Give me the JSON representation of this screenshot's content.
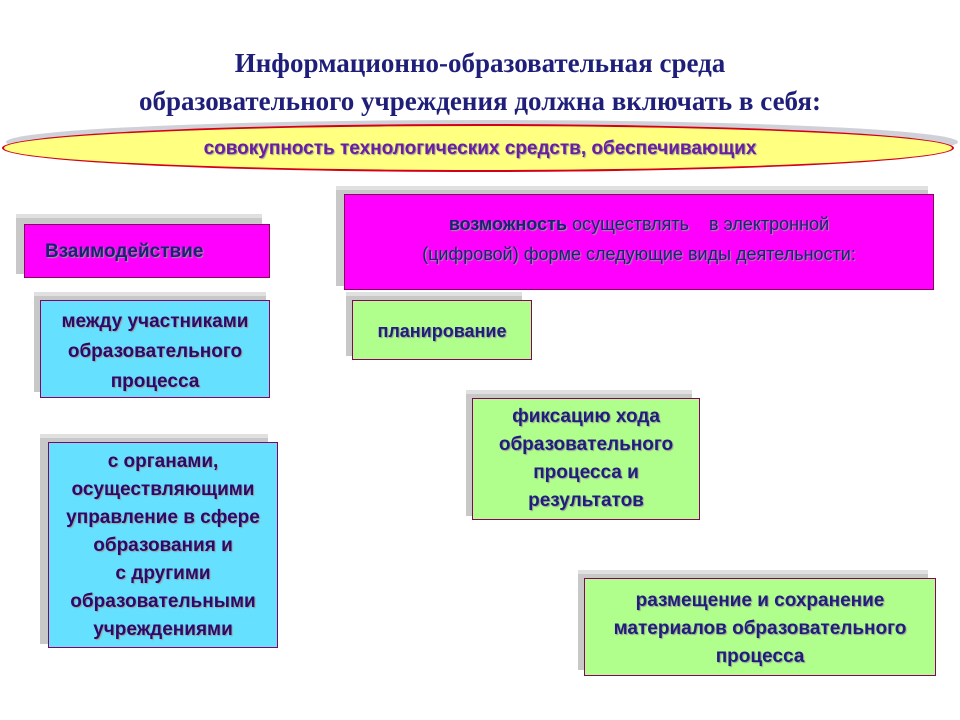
{
  "title": {
    "line1": "Информационно-образовательная среда",
    "line2": "образовательного учреждения должна включать в себя:"
  },
  "banner": {
    "text": "совокупность технологических средств, обеспечивающих"
  },
  "left": {
    "header": "Взаимодействие",
    "box1": [
      "между участниками",
      "образовательного",
      "процесса"
    ],
    "box2": [
      "с органами,",
      "осуществляющими",
      "управление в сфере",
      "образования и",
      "с другими",
      "образовательными",
      "учреждениями"
    ]
  },
  "right": {
    "header": {
      "bold": "возможность",
      "rest1": "осуществлять    в электронной",
      "line2": "(цифровой) форме следующие виды деятельности:"
    },
    "planning": "планирование",
    "fixation": [
      "фиксацию хода",
      "образовательного",
      "процесса и",
      "результатов"
    ],
    "storage": [
      "размещение и сохранение",
      "материалов образовательного",
      "процесса"
    ]
  },
  "colors": {
    "magenta": "#ff00ff",
    "cyan": "#66e0ff",
    "green": "#b0ff8c",
    "banner": "#ffff80",
    "title": "#1f1f7a"
  }
}
